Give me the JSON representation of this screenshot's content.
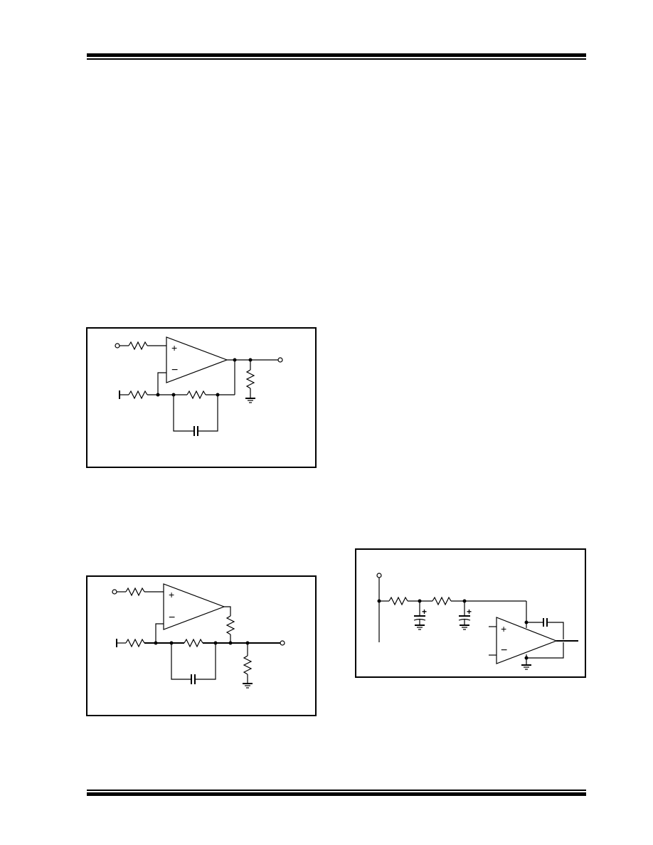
{
  "page": {
    "header_rule": "top-double-rule",
    "footer_rule": "bottom-double-rule"
  },
  "figures": [
    {
      "id": "non-inverting-amplifier-with-feedback-capacitor",
      "opamp_input_plus": "+",
      "opamp_input_minus": "−"
    },
    {
      "id": "non-inverting-amplifier-with-output-resistor",
      "opamp_input_plus": "+",
      "opamp_input_minus": "−"
    },
    {
      "id": "two-pole-filter-with-opamp",
      "opamp_input_plus": "+",
      "opamp_input_minus": "−",
      "cap_polarity": "+"
    }
  ]
}
